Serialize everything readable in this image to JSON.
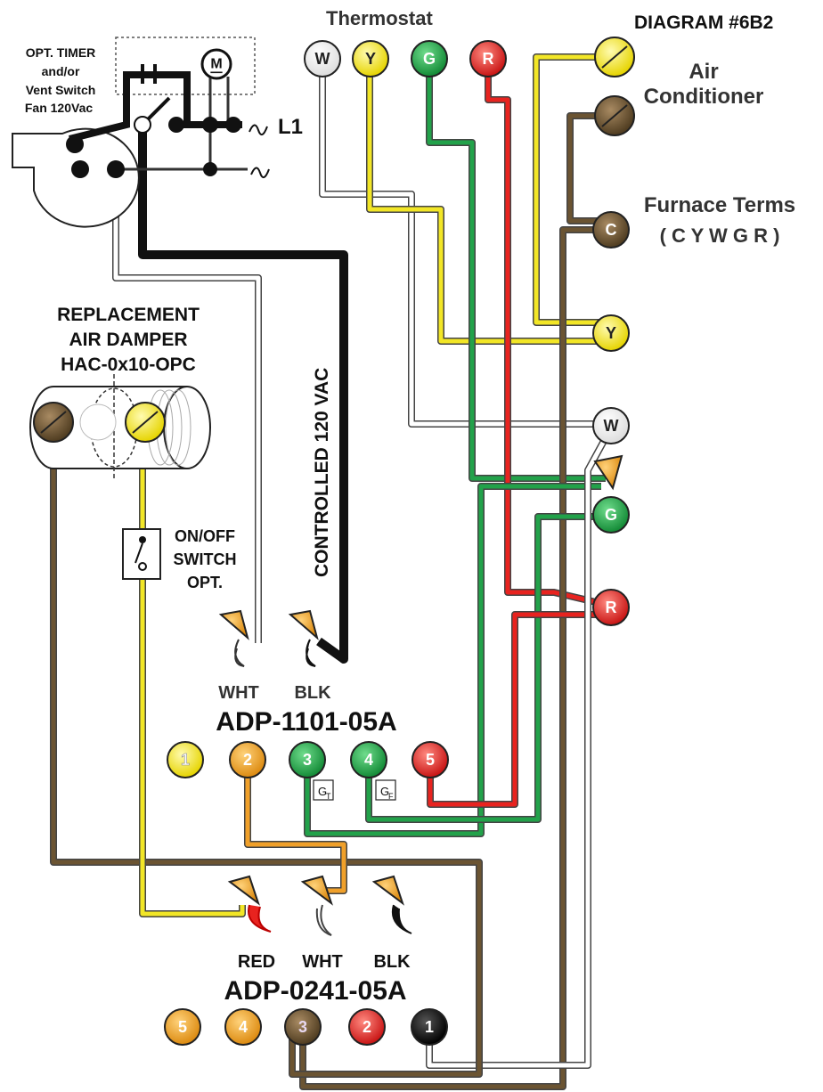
{
  "diagram_title": "DIAGRAM #6B2",
  "thermostat": {
    "title": "Thermostat",
    "terminals": [
      "W",
      "Y",
      "G",
      "R"
    ]
  },
  "timer_box": {
    "line1": "OPT. TIMER",
    "line2": "and/or",
    "line3": "Vent Switch",
    "line4": "Fan 120Vac",
    "motor": "M",
    "line_label": "L1"
  },
  "air_conditioner": {
    "line1": "Air",
    "line2": "Conditioner"
  },
  "furnace": {
    "title": "Furnace Terms",
    "subtitle": "( C Y W G R )",
    "terminals": [
      "C",
      "Y",
      "W",
      "G",
      "R"
    ]
  },
  "damper": {
    "line1": "REPLACEMENT",
    "line2": "AIR DAMPER",
    "line3": "HAC-0x10-OPC"
  },
  "switch_label": {
    "line1": "ON/OFF",
    "line2": "SWITCH",
    "line3": "OPT."
  },
  "controlled_label": "CONTROLLED 120 VAC",
  "adp1101": {
    "model": "ADP-1101-05A",
    "leads": [
      "WHT",
      "BLK"
    ],
    "terminals": [
      "1",
      "2",
      "3",
      "4",
      "5"
    ],
    "sub_labels": [
      {
        "main": "G",
        "sub": "T"
      },
      {
        "main": "G",
        "sub": "F"
      }
    ]
  },
  "adp0241": {
    "model": "ADP-0241-05A",
    "leads": [
      "RED",
      "WHT",
      "BLK"
    ],
    "terminals": [
      "5",
      "4",
      "3",
      "2",
      "1"
    ]
  },
  "colors": {
    "white": "#ffffff",
    "yellow": "#f2e626",
    "green": "#22a24a",
    "red": "#e8231f",
    "brown": "#6b5432",
    "orange": "#f0a02a",
    "black": "#111111"
  }
}
